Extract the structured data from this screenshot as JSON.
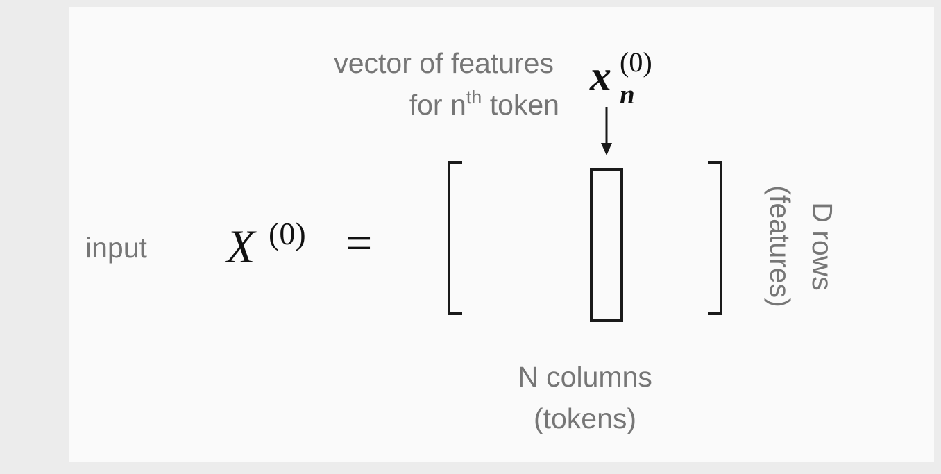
{
  "annotation": {
    "line1": "vector of features",
    "line2_prefix": "for n",
    "line2_sup": "th",
    "line2_suffix": " token"
  },
  "vector_symbol": {
    "base": "x",
    "subscript": "n",
    "superscript": "(0)"
  },
  "input_label": "input",
  "matrix_symbol": {
    "base": "X",
    "superscript": "(0)",
    "equals": "="
  },
  "rows_label": {
    "line1": "D rows",
    "line2": "(features)"
  },
  "columns_label": {
    "line1": "N columns",
    "line2": "(tokens)"
  },
  "colors": {
    "text_gray": "#767676",
    "ink": "#1a1a1a",
    "panel": "#fafafa",
    "background": "#ececec"
  }
}
